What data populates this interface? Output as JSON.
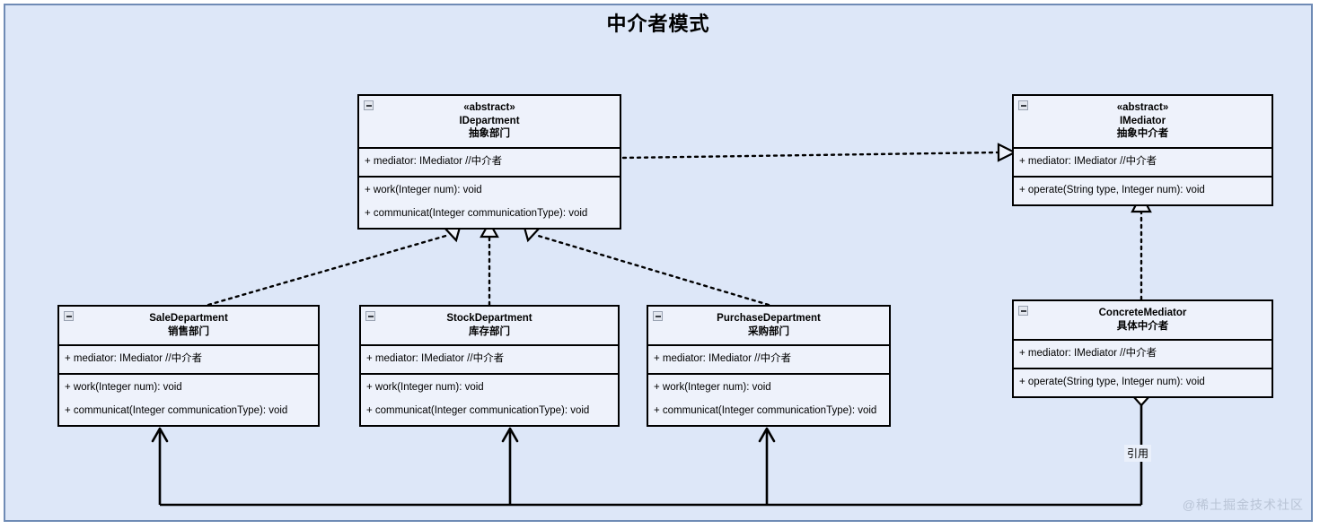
{
  "diagram": {
    "title": "中介者模式",
    "watermark": "@稀土掘金技术社区",
    "background_color": "#dde7f8",
    "border_color": "#6f8bb5",
    "class_fill_color": "#eef2fb",
    "class_border_color": "#000000"
  },
  "classes": {
    "idepartment": {
      "stereotype": "«abstract»",
      "name": "IDepartment",
      "name_cn": "抽象部门",
      "attributes": [
        "+ mediator: IMediator //中介者"
      ],
      "operations": [
        "+ work(Integer num): void",
        "+ communicat(Integer communicationType): void"
      ]
    },
    "imediator": {
      "stereotype": "«abstract»",
      "name": "IMediator",
      "name_cn": "抽象中介者",
      "attributes": [
        "+ mediator: IMediator //中介者"
      ],
      "operations": [
        "+ operate(String type, Integer num): void"
      ]
    },
    "sale": {
      "name": "SaleDepartment",
      "name_cn": "销售部门",
      "attributes": [
        "+ mediator: IMediator //中介者"
      ],
      "operations": [
        "+ work(Integer num): void",
        "+ communicat(Integer communicationType): void"
      ]
    },
    "stock": {
      "name": "StockDepartment",
      "name_cn": "库存部门",
      "attributes": [
        "+ mediator: IMediator //中介者"
      ],
      "operations": [
        "+ work(Integer num): void",
        "+ communicat(Integer communicationType): void"
      ]
    },
    "purchase": {
      "name": "PurchaseDepartment",
      "name_cn": "采购部门",
      "attributes": [
        "+ mediator: IMediator //中介者"
      ],
      "operations": [
        "+ work(Integer num): void",
        "+ communicat(Integer communicationType): void"
      ]
    },
    "concrete_mediator": {
      "name": "ConcreteMediator",
      "name_cn": "具体中介者",
      "attributes": [
        "+ mediator: IMediator //中介者"
      ],
      "operations": [
        "+ operate(String type, Integer num): void"
      ]
    }
  },
  "edges": {
    "aggregation_label": "引用"
  }
}
